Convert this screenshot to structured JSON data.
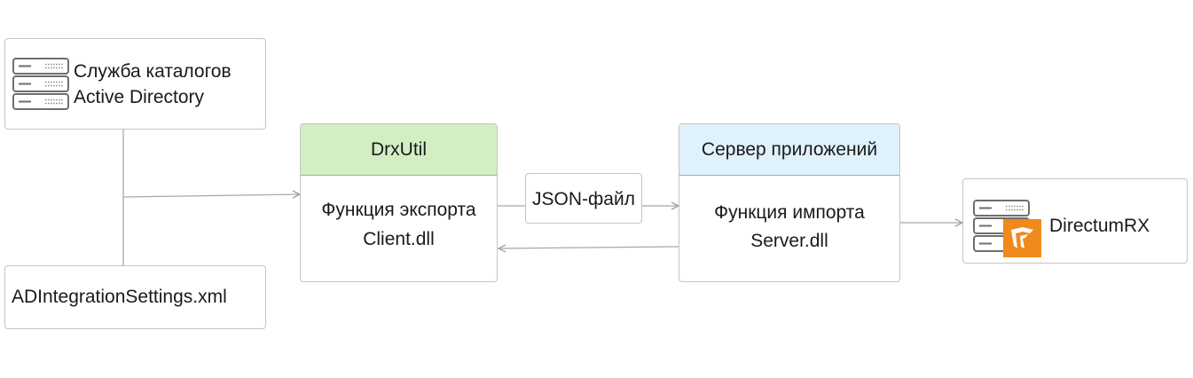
{
  "nodes": {
    "ad": {
      "line1": "Служба каталогов",
      "line2": "Active Directory",
      "icon": "server-stack-icon"
    },
    "settings": {
      "label": "ADIntegrationSettings.xml"
    },
    "drxutil": {
      "header": "DrxUtil",
      "line1": "Функция экспорта",
      "line2": "Client.dll",
      "header_color": "#d2efc4",
      "header_border": "#7ccd5c"
    },
    "json": {
      "label": "JSON-файл"
    },
    "appserver": {
      "header": "Сервер приложений",
      "line1": "Функция импорта",
      "line2": "Server.dll",
      "header_color": "#dff1fb",
      "header_border": "#6fb8d8"
    },
    "directum": {
      "label": "DirectumRX",
      "icon": "directum-logo-icon",
      "logo_color": "#f08a1c"
    }
  },
  "edges": [
    {
      "from": "ad",
      "to": "drxutil"
    },
    {
      "from": "settings",
      "to": "drxutil"
    },
    {
      "from": "drxutil",
      "to": "appserver",
      "via": "json"
    },
    {
      "from": "appserver",
      "to": "drxutil"
    },
    {
      "from": "appserver",
      "to": "directum"
    }
  ]
}
